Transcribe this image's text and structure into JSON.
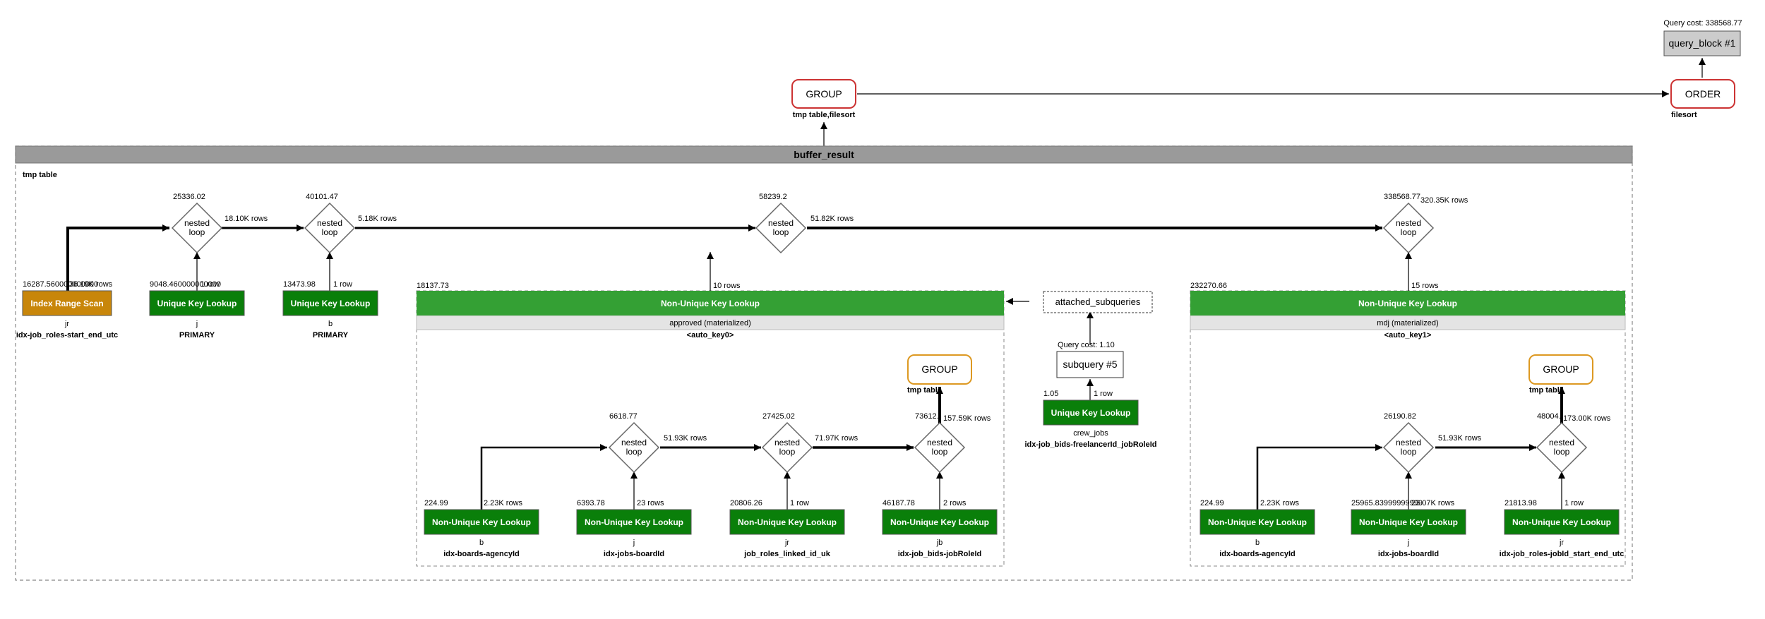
{
  "colors": {
    "orange_node": "#c8860a",
    "green_node": "#0a7f0a",
    "green_bar": "#34a034",
    "op_border_red": "#cc3333",
    "op_border_orange": "#dd9922",
    "band_gray": "#9a9a9a",
    "sub_band_gray": "#e4e4e4",
    "query_block_fill": "#cccccc"
  },
  "top": {
    "query_block": {
      "label": "query_block #1",
      "cost": "Query cost: 338568.77"
    },
    "order": {
      "label": "ORDER",
      "sub": "filesort"
    },
    "group": {
      "label": "GROUP",
      "sub": "tmp table,filesort"
    }
  },
  "buffer": {
    "title": "buffer_result",
    "sub": "tmp table"
  },
  "loops": [
    {
      "label": "nested\nloop",
      "cost": "25336.02",
      "rows": "18.10K rows"
    },
    {
      "label": "nested\nloop",
      "cost": "40101.47",
      "rows": "5.18K rows"
    },
    {
      "label": "nested\nloop",
      "cost": "58239.2",
      "rows": "51.82K rows"
    },
    {
      "label": "nested\nloop",
      "cost": "338568.77",
      "rows": "320.35K rows"
    },
    {
      "label": "nested\nloop",
      "cost": "6618.77",
      "rows": "51.93K rows"
    },
    {
      "label": "nested\nloop",
      "cost": "27425.02",
      "rows": "71.97K rows"
    },
    {
      "label": "nested\nloop",
      "cost": "73612.",
      "rows": "157.59K rows"
    },
    {
      "label": "nested\nloop",
      "cost": "26190.82",
      "rows": "51.93K rows"
    },
    {
      "label": "nested\nloop",
      "cost": "48004.",
      "rows": "173.00K rows"
    }
  ],
  "access": [
    {
      "label": "Index Range Scan",
      "cost": "16287.560000000000",
      "rows": "36.19K rows",
      "table": "jr",
      "key": "idx-job_roles-start_end_utc"
    },
    {
      "label": "Unique Key Lookup",
      "cost": "9048.460000000000",
      "rows": "1 row",
      "table": "j",
      "key": "PRIMARY"
    },
    {
      "label": "Unique Key Lookup",
      "cost": "13473.98",
      "rows": "1 row",
      "table": "b",
      "key": "PRIMARY"
    },
    {
      "label": "Non-Unique Key Lookup",
      "cost": "224.99",
      "rows": "2.23K rows",
      "table": "b",
      "key": "idx-boards-agencyId"
    },
    {
      "label": "Non-Unique Key Lookup",
      "cost": "6393.78",
      "rows": "23 rows",
      "table": "j",
      "key": "idx-jobs-boardId"
    },
    {
      "label": "Non-Unique Key Lookup",
      "cost": "20806.26",
      "rows": "1 row",
      "table": "jr",
      "key": "job_roles_linked_id_uk"
    },
    {
      "label": "Non-Unique Key Lookup",
      "cost": "46187.78",
      "rows": "2 rows",
      "table": "jb",
      "key": "idx-job_bids-jobRoleId"
    },
    {
      "label": "Unique Key Lookup",
      "cost": "1.05",
      "rows": "1 row",
      "table": "crew_jobs",
      "key": "idx-job_bids-freelancerId_jobRoleId"
    },
    {
      "label": "Non-Unique Key Lookup",
      "cost": "224.99",
      "rows": "2.23K rows",
      "table": "b",
      "key": "idx-boards-agencyId"
    },
    {
      "label": "Non-Unique Key Lookup",
      "cost": "25965.83999999999",
      "rows": "23.07K rows",
      "table": "j",
      "key": "idx-jobs-boardId"
    },
    {
      "label": "Non-Unique Key Lookup",
      "cost": "21813.98",
      "rows": "1 row",
      "table": "jr",
      "key": "idx-job_roles-jobId_start_end_utc"
    }
  ],
  "materialized": [
    {
      "label": "Non-Unique Key Lookup",
      "cost": "18137.73",
      "rows": "10 rows",
      "sub": "approved (materialized)",
      "key": "<auto_key0>"
    },
    {
      "label": "Non-Unique Key Lookup",
      "cost": "232270.66",
      "rows": "15 rows",
      "sub": "mdj (materialized)",
      "key": "<auto_key1>"
    }
  ],
  "inner_groups": [
    {
      "label": "GROUP",
      "sub": "tmp table"
    },
    {
      "label": "GROUP",
      "sub": "tmp table"
    }
  ],
  "attached": {
    "label": "attached_subqueries"
  },
  "subquery": {
    "label": "subquery #5",
    "cost": "Query cost: 1.10"
  }
}
